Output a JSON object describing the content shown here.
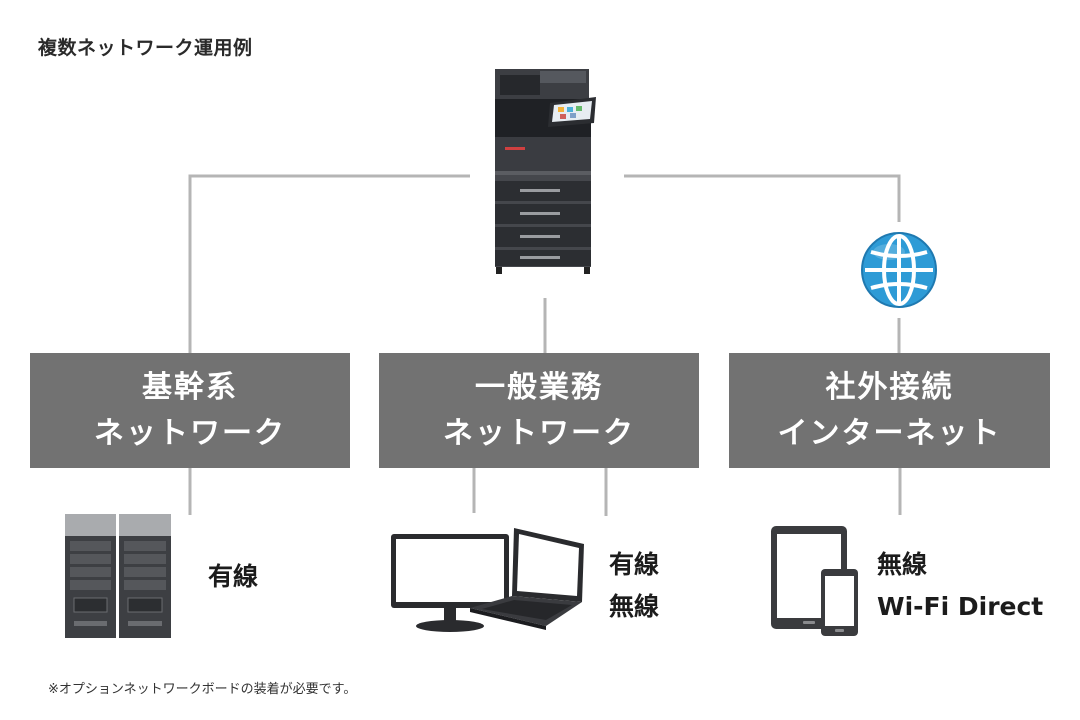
{
  "title": "複数ネットワーク運用例",
  "nodes": {
    "core": {
      "line1": "基幹系",
      "line2": "ネットワーク"
    },
    "general": {
      "line1": "一般業務",
      "line2": "ネットワーク"
    },
    "external": {
      "line1": "社外接続",
      "line2": "インターネット"
    }
  },
  "connections": {
    "core": {
      "label": "有線"
    },
    "general": {
      "label1": "有線",
      "label2": "無線"
    },
    "external": {
      "label1": "無線",
      "label2": "Wi-Fi Direct"
    }
  },
  "footnote": "※オプションネットワークボードの装着が必要です。",
  "icons": {
    "mfp": "multifunction-printer-icon",
    "internet": "globe-icon",
    "server": "server-icon",
    "desktop": "desktop-monitor-icon",
    "laptop": "laptop-icon",
    "tablet": "tablet-icon",
    "smartphone": "smartphone-icon"
  },
  "colors": {
    "box": "#727272",
    "line": "#b5b5b5",
    "globe": "#2e9bd6",
    "text": "#222222"
  }
}
